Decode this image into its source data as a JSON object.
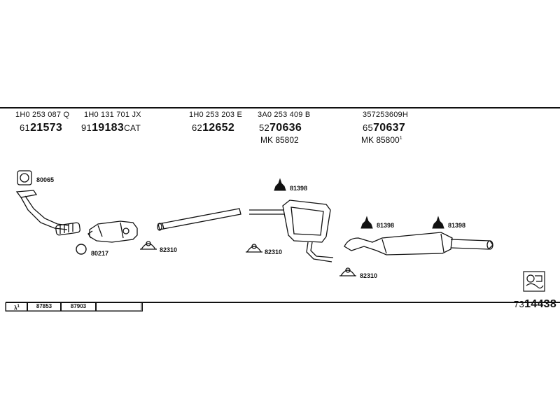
{
  "columns": [
    {
      "oem": "1H0 253 087 Q",
      "prefix": "61",
      "number": "21573",
      "suffix": ""
    },
    {
      "oem": "1H0 131 701 JX",
      "prefix": "91",
      "number": "19183",
      "suffix": "CAT"
    },
    {
      "oem": "1H0 253 203 E",
      "prefix": "62",
      "number": "12652",
      "suffix": ""
    },
    {
      "oem": "3A0 253 409 B",
      "prefix": "52",
      "number": "70636",
      "suffix": "",
      "mk": "MK 85802"
    },
    {
      "oem": "357253609H",
      "prefix": "65",
      "number": "70637",
      "suffix": "",
      "mk": "MK 85800",
      "mk_sup": "1"
    }
  ],
  "part_labels": {
    "gasket_top": "80065",
    "ring_small": "80217",
    "clamp_a": "82310",
    "clamp_b": "82310",
    "clamp_c": "82310",
    "hanger_mid": "81398",
    "hanger_r1": "81398",
    "hanger_r2": "81398"
  },
  "footer": {
    "lambda_symbol": "λ",
    "lambda_sup": "1",
    "sensor_1": "87853",
    "sensor_2": "87903"
  },
  "kit": {
    "prefix": "73",
    "number": "14438"
  }
}
